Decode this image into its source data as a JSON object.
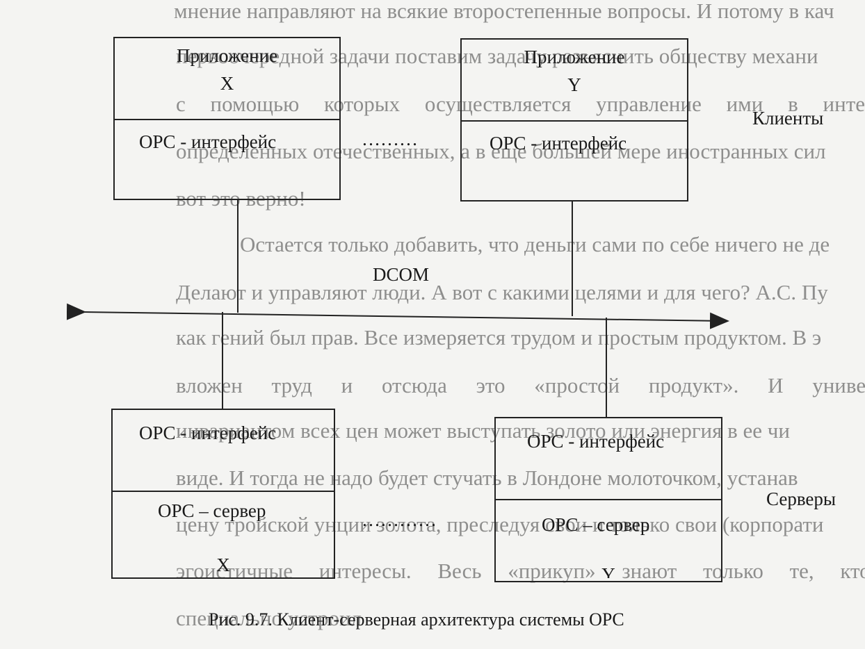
{
  "background_text": {
    "lines": [
      "мнение направляют на всякие второстепенные вопросы. И потому в кач",
      "первоочередной задачи поставим задачу разъяснить обществу механи",
      "с помощью которых осуществляется управление ими в инте",
      "определенных отечественных, а в еще большей мере иностранных сил",
      "вот это верно!",
      "Остается только добавить, что деньги сами по себе ничего не де",
      "Делают и управляют люди. А вот с какими целями и для чего? А.С. Пу",
      "как гений был прав. Все измеряется трудом и простым продуктом. В э",
      "вложен труд и отсюда это «простой продукт». И универсал",
      "инвариантом всех цен может выступать золото или энергия в ее чи",
      "виде. И тогда не надо будет стучать в Лондоне молоточком, устанав",
      "цену тройской унции золота, преследуя свои и только свои (корпорати",
      "эгоистичные интересы. Весь «прикуп» знают только те, кто",
      "специально устроил"
    ]
  },
  "clients": {
    "label": "Клиенты",
    "app_x": {
      "title": "Приложение",
      "letter": "X",
      "interface": "OPC - интерфейс"
    },
    "app_y": {
      "title": "Приложение",
      "letter": "Y",
      "interface": "OPC - интерфейс"
    },
    "ellipsis": "………"
  },
  "bus": {
    "label": "DCOM"
  },
  "servers": {
    "label": "Серверы",
    "server_x": {
      "interface": "OPC - интерфейс",
      "server": "OPC – сервер",
      "letter": "X"
    },
    "server_y": {
      "interface": "OPC - интерфейс",
      "server": "OPC – сервер",
      "letter": "Y"
    },
    "ellipsis": "…………"
  },
  "caption": "Рис. 9.7. Клиент-серверная архитектура системы OPC"
}
